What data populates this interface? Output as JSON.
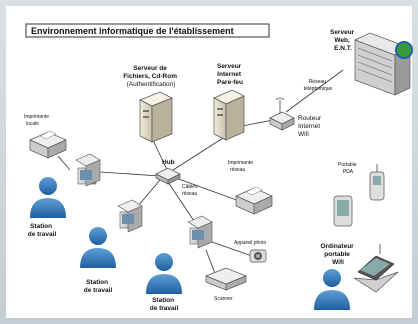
{
  "title": "Environnement informatique de l'établissement",
  "labels": {
    "web_server": [
      "Serveur",
      "Web,",
      "E.N.T."
    ],
    "file_server": [
      "Serveur de",
      "Fichiers, Cd-Rom",
      "(Authentification)"
    ],
    "firewall": [
      "Serveur",
      "Internet",
      "Pare-feu"
    ],
    "phone_network": [
      "Réseau",
      "téléphonique"
    ],
    "router": [
      "Routeur",
      "Internet",
      "Wifi"
    ],
    "local_printer": [
      "Imprimante",
      "locale"
    ],
    "hub": "Hub",
    "network_printer": [
      "Imprimante",
      "réseau"
    ],
    "cables": [
      "Câbles",
      "réseau"
    ],
    "pda": [
      "Portable",
      "PDA"
    ],
    "workstation": [
      "Station",
      "de travail"
    ],
    "camera": "Appareil photo",
    "scanner": "Scanner",
    "laptop": [
      "Ordinateur",
      "portable",
      "Wifi"
    ]
  }
}
